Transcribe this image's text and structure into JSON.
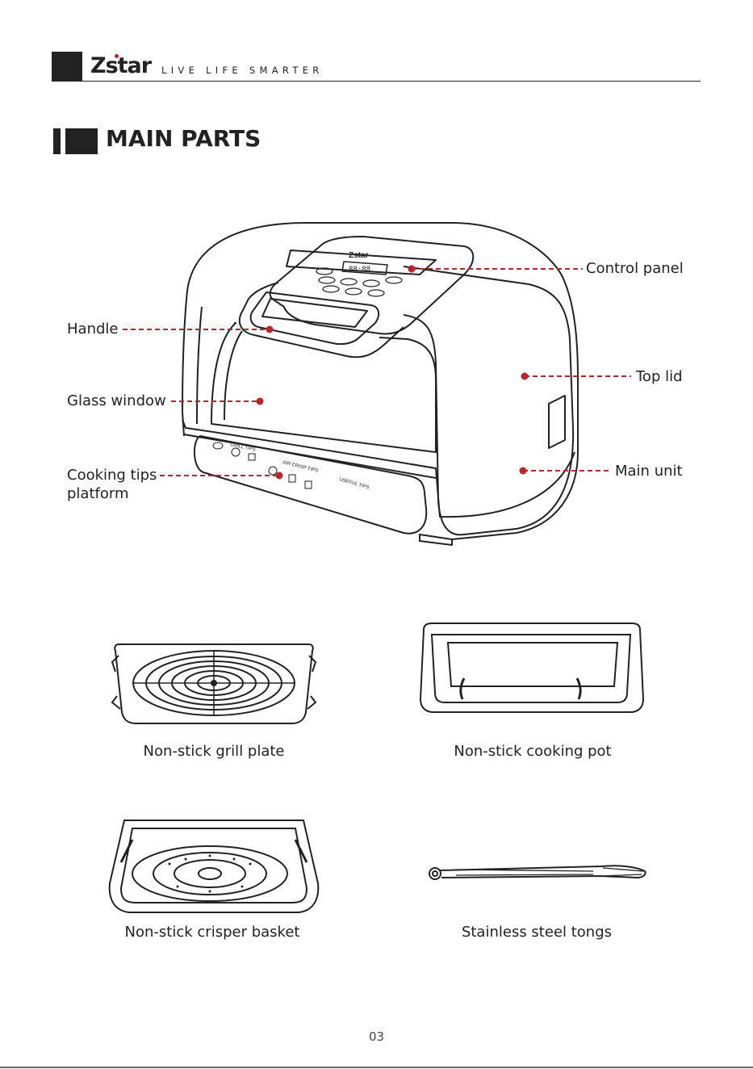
{
  "header": {
    "logo": "Zstar",
    "tagline": "LIVE LIFE SMARTER"
  },
  "section": {
    "title": "MAIN PARTS"
  },
  "diagram": {
    "device_logo": "Zstar",
    "display_digits": "88:88",
    "platform_heading_1": "GRILL TIPS",
    "platform_heading_2": "AIR CRISP TIPS",
    "platform_heading_3": "USEFUL TIPS",
    "labels": {
      "control_panel": "Control panel",
      "handle": "Handle",
      "top_lid": "Top lid",
      "glass_window": "Glass window",
      "main_unit": "Main unit",
      "cooking_tips_line1": "Cooking tips",
      "cooking_tips_line2": "platform"
    },
    "leader_color": "#b8262b"
  },
  "accessories": {
    "grill_plate": "Non-stick grill plate",
    "cooking_pot": "Non-stick cooking pot",
    "crisper_basket": "Non-stick crisper basket",
    "tongs": "Stainless steel tongs"
  },
  "page_number": "03"
}
